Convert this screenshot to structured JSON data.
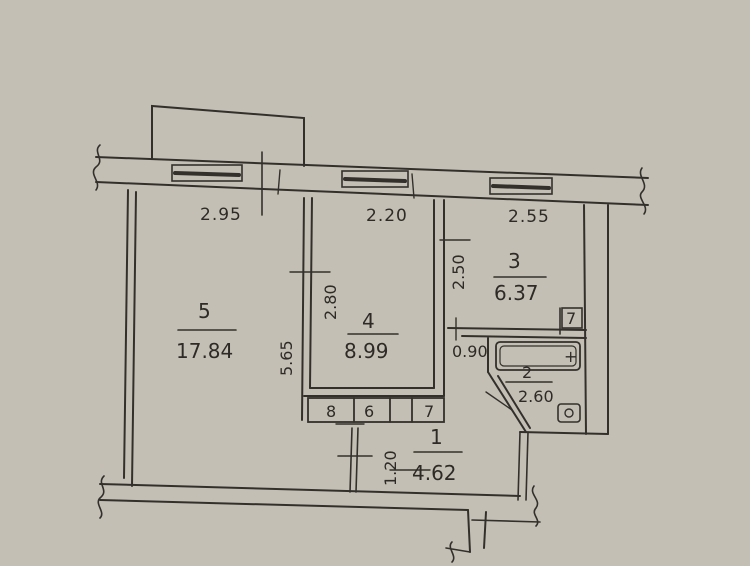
{
  "colors": {
    "paper": "#c9c3b8",
    "ink": "#33302c"
  },
  "dimensions": {
    "top_left": "2.95",
    "top_middle": "2.20",
    "top_right": "2.55",
    "room4_height": "2.80",
    "room5_height": "5.65",
    "room3_height": "2.50",
    "room2_width": "0.90",
    "hall_height": "1.20"
  },
  "rooms": [
    {
      "number": "5",
      "area": "17.84"
    },
    {
      "number": "4",
      "area": "8.99"
    },
    {
      "number": "3",
      "area": "6.37"
    },
    {
      "number": "2",
      "area": "2.60"
    },
    {
      "number": "1",
      "area": "4.62"
    },
    {
      "number": "8"
    },
    {
      "number": "6"
    },
    {
      "number": "7"
    }
  ],
  "fixtures": {
    "bath_plus": "+",
    "bath_box_7": "7"
  }
}
